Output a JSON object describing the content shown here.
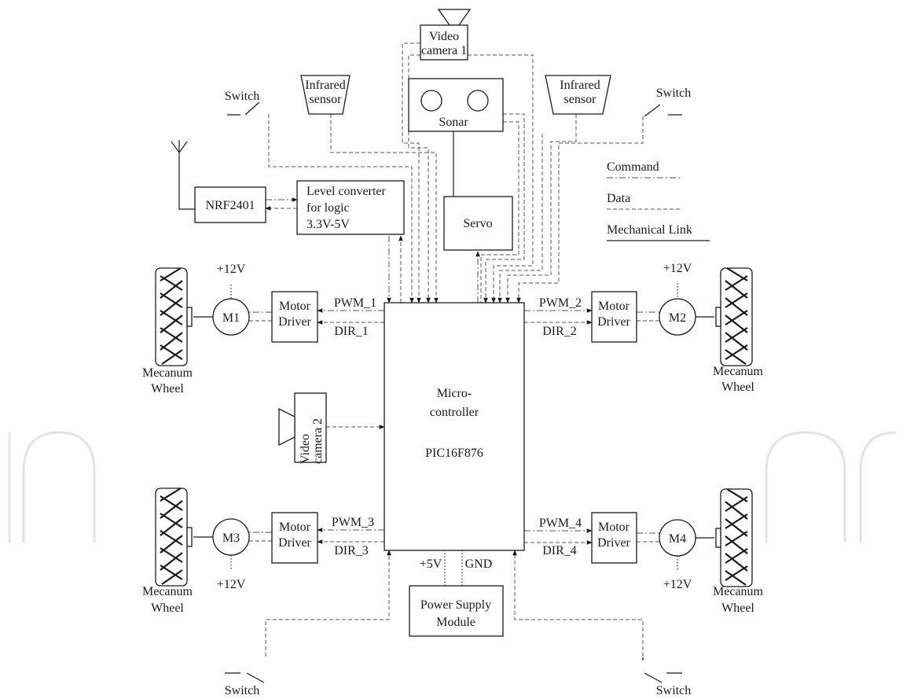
{
  "labels": {
    "video_camera_1": [
      "Video",
      "camera 1"
    ],
    "video_camera_2": [
      "Video",
      "camera 2"
    ],
    "infrared_sensor": [
      "Infrared",
      "sensor"
    ],
    "switch": "Switch",
    "sonar": "Sonar",
    "servo": "Servo",
    "nrf": "NRF2401",
    "level_converter": [
      "Level converter",
      "for logic",
      "3.3V-5V"
    ],
    "microcontroller": [
      "Micro-",
      "controller",
      "PIC16F876"
    ],
    "motor_driver": [
      "Motor",
      "Driver"
    ],
    "motors": [
      "M1",
      "M2",
      "M3",
      "M4"
    ],
    "pwm": [
      "PWM_1",
      "PWM_2",
      "PWM_3",
      "PWM_4"
    ],
    "dir": [
      "DIR_1",
      "DIR_2",
      "DIR_3",
      "DIR_4"
    ],
    "voltage": "+12V",
    "mecanum_wheel": [
      "Mecanum",
      "Wheel"
    ],
    "power_supply": [
      "Power Supply",
      "Module"
    ],
    "plus5v": "+5V",
    "gnd": "GND"
  },
  "legend": {
    "command": "Command",
    "data": "Data",
    "mechanical": "Mechanical Link"
  },
  "colors": {
    "line": "#1a1a1a",
    "dashed": "#555555",
    "watermark": "#e3e3e3"
  }
}
